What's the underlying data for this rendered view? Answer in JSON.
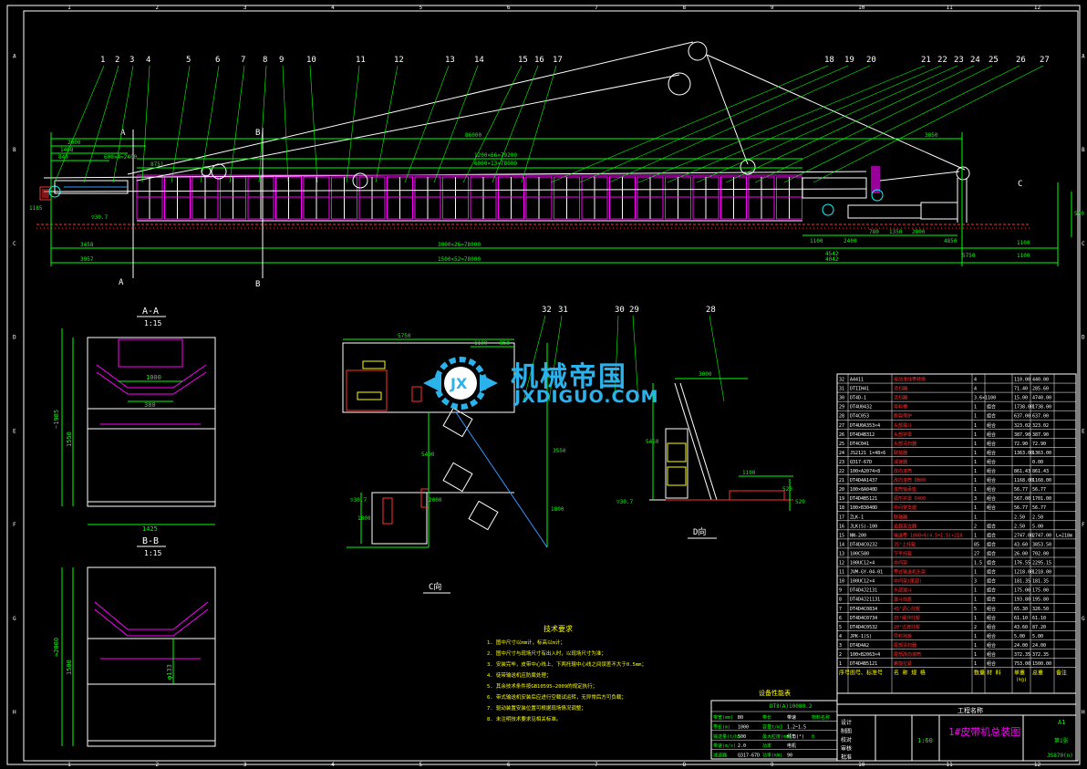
{
  "drawing": {
    "colors": {
      "background": "#000000",
      "frame": "#ffffff",
      "dim": "#00ff00",
      "part": "#ffffff",
      "magenta": "#ff00ff",
      "red": "#ff3030",
      "yellow": "#ffff00",
      "cyan": "#00ffff",
      "blue": "#3399ff",
      "watermark": "#2bb2ea"
    },
    "border_numbers_top": [
      "1",
      "2",
      "3",
      "4",
      "5",
      "6",
      "7",
      "8",
      "9",
      "10",
      "11",
      "12"
    ],
    "border_letters_side": [
      "A",
      "B",
      "C",
      "D",
      "E",
      "F",
      "G",
      "H"
    ],
    "callouts_top": [
      "1",
      "2",
      "3",
      "4",
      "5",
      "6",
      "7",
      "8",
      "9",
      "10",
      "11",
      "12",
      "13",
      "14",
      "15",
      "16",
      "17",
      "18",
      "19",
      "20",
      "21",
      "22",
      "23",
      "24",
      "25",
      "26",
      "27"
    ],
    "callouts_views": [
      "32",
      "31",
      "30",
      "29",
      "28"
    ],
    "main_view": {
      "dims": [
        "2000",
        "1408",
        "840",
        "600×4=2400",
        "8751",
        "86000",
        "1200×66=79200",
        "6000×13=78000",
        "3850",
        "1100",
        "2400",
        "780",
        "1350",
        "2800",
        "4850",
        "3458",
        "3000×26=78000",
        "4542",
        "3957",
        "1500×52=78000",
        "4042",
        "5750",
        "1100",
        "1185",
        "520",
        "1100",
        "▽30.7"
      ],
      "section_marks": [
        "A",
        "A",
        "B",
        "B",
        "C"
      ]
    },
    "section_aa": {
      "title": "A-A",
      "scale": "1:15",
      "dims": [
        "1000",
        "380",
        "~1985",
        "1550",
        "1425"
      ]
    },
    "section_bb": {
      "title": "B-B",
      "scale": "1:15",
      "dims": [
        "≈2000",
        "1500",
        "φ133"
      ]
    },
    "view_c": {
      "title": "C向",
      "dims": [
        "5750",
        "1100",
        "850",
        "5400",
        "3550",
        "1800",
        "1800",
        "2000",
        "▽30.7"
      ]
    },
    "view_d": {
      "title": "D向",
      "dims": [
        "3000",
        "5450",
        "1100",
        "▽30.7",
        "520",
        "520"
      ]
    },
    "tech_requirements": {
      "title": "技术要求",
      "items": [
        "1. 图中尺寸以mm计，标高以m计；",
        "2. 图中尺寸与现场尺寸有出入时，以现场尺寸为准；",
        "3. 安装完毕，皮带中心线上、下两托辊中心线之间误差不大于0.5mm；",
        "4. 徒带输送机应防腐处理；",
        "5. 其余技术条件按GB10595—2009的规定执行；",
        "6. 带式输送机安装后应进行空载试运转，无异常后方可负载；",
        "7. 驱动装置安装位置可根据现场情况调整；",
        "8. 未注明技术要求见相关标准。"
      ]
    },
    "performance_table": {
      "title": "设备性能表",
      "model": "DTⅡ(A)10080.2",
      "rows": [
        [
          "带宽(mm)",
          "B0",
          "带长",
          "带速",
          "物料名称"
        ],
        [
          "带长(m)",
          "1000",
          "容量t/m3",
          "1.2~1.5",
          ""
        ],
        [
          "输送量(t/h)",
          "500",
          "最大粒度(mm)",
          "倾角(°)",
          "0"
        ],
        [
          "带速(m/s)",
          "2.0",
          "功率",
          "电机",
          ""
        ],
        [
          "减速器",
          "Q317-67D",
          "功率(kW)",
          "90",
          ""
        ]
      ]
    },
    "bom": {
      "rows": [
        [
          "32",
          "A4411",
          "电动滑线带转换",
          "4",
          "",
          "110.00",
          "440.00",
          ""
        ],
        [
          "31",
          "DTIIH41",
          "清扫器",
          "4",
          "",
          "71.40",
          "285.60",
          ""
        ],
        [
          "30",
          "DT4D-1",
          "清扫器",
          "3.6×1100",
          "",
          "15.00",
          "4740.00",
          ""
        ],
        [
          "29",
          "DT4U0432",
          "导料槽",
          "1",
          "组合",
          "1738.00",
          "1738.00",
          ""
        ],
        [
          "28",
          "DT4C053",
          "撕裂保护",
          "1",
          "组合",
          "637.00",
          "637.00",
          ""
        ],
        [
          "27",
          "DT4U0A353×4",
          "头部漏斗",
          "1",
          "组合",
          "323.02",
          "323.02",
          ""
        ],
        [
          "26",
          "DT4D4B312",
          "头部护罩",
          "1",
          "组合",
          "387.90",
          "387.90",
          ""
        ],
        [
          "25",
          "DT4C041",
          "头部清扫器",
          "1",
          "组合",
          "72.90",
          "72.90",
          ""
        ],
        [
          "24",
          "JS2121 1×48×6",
          "联轴器",
          "1",
          "组合",
          "1363.00",
          "1363.00",
          ""
        ],
        [
          "23",
          "Q317-67D",
          "减速器",
          "1",
          "组合",
          "",
          "0.00",
          ""
        ],
        [
          "22",
          "100×A2074×8",
          "改向滚筒",
          "1",
          "组合",
          "861.43",
          "861.43",
          ""
        ],
        [
          "21",
          "DT4D4A1437",
          "改向滚筒 DB00",
          "1",
          "组合",
          "1168.00",
          "1168.00",
          ""
        ],
        [
          "20",
          "100×8A040D",
          "滚筒轴承座",
          "1",
          "组合",
          "56.77",
          "56.77",
          ""
        ],
        [
          "19",
          "DT4D4B5121",
          "弧形护罩 D400",
          "3",
          "组合",
          "567.00",
          "1701.00",
          ""
        ],
        [
          "18",
          "100×B3040D",
          "中间架支腿",
          "1",
          "组合",
          "56.77",
          "56.77",
          ""
        ],
        [
          "17",
          "ZLK-1",
          "联轴器",
          "1",
          "",
          "2.50",
          "2.50",
          ""
        ],
        [
          "16",
          "JLK(S)-100",
          "逾越离合器",
          "2",
          "组合",
          "2.50",
          "5.00",
          ""
        ],
        [
          "15",
          "NN-200",
          "输送带 1000×6(4.5+1.5)×218",
          "1",
          "组合",
          "2747.00",
          "2747.00",
          "L=218m"
        ],
        [
          "14",
          "DT4D4C0232",
          "35°上托辊",
          "85",
          "组合",
          "43.60",
          "3853.50",
          ""
        ],
        [
          "13",
          "100C580",
          "下平托辊",
          "27",
          "组合",
          "26.00",
          "702.00",
          ""
        ],
        [
          "12",
          "100UC12×4",
          "中间架",
          "1.5",
          "组合",
          "176.55",
          "2295.15",
          ""
        ],
        [
          "11",
          "JVM-GY-04-01",
          "带式输送机头架",
          "1",
          "组合",
          "1218.00",
          "1218.00",
          ""
        ],
        [
          "10",
          "100UC12×4",
          "中间架(尾部)",
          "3",
          "组合",
          "181.35",
          "181.35",
          ""
        ],
        [
          "9",
          "DT4D4J2131",
          "头部漏斗",
          "1",
          "组合",
          "175.00",
          "175.00",
          ""
        ],
        [
          "8",
          "DT4D4J21131",
          "漏斗挡板",
          "1",
          "组合",
          "193.80",
          "195.80",
          ""
        ],
        [
          "7",
          "DT4D4C0834",
          "45°调心托辊",
          "5",
          "组合",
          "65.30",
          "326.50",
          ""
        ],
        [
          "6",
          "DT4D4C0734",
          "35°缓冲托辊",
          "1",
          "组合",
          "61.10",
          "61.10",
          ""
        ],
        [
          "5",
          "DT4D4C0532",
          "20°过渡托辊",
          "2",
          "组合",
          "43.60",
          "87.20",
          ""
        ],
        [
          "4",
          "JPK-1(S)",
          "导料挡板",
          "1",
          "组合",
          "5.00",
          "5.00",
          ""
        ],
        [
          "3",
          "DT4D4A2",
          "尾部清扫器",
          "1",
          "组合",
          "24.00",
          "24.00",
          ""
        ],
        [
          "2",
          "100×B2063×4",
          "尾部改向滚筒",
          "1",
          "组合",
          "372.35",
          "372.35",
          ""
        ],
        [
          "1",
          "DT4D4B5121",
          "螺旋拉紧",
          "1",
          "组合",
          "753.00",
          "1500.00",
          ""
        ]
      ],
      "headers": [
        "序号",
        "图号、标准号",
        "名 称 规 格",
        "数量",
        "材 料",
        "单重",
        "总重",
        "备注"
      ],
      "header_sub": "(kg)"
    },
    "title_block": {
      "project": "工程名称",
      "drawing_title": "1#皮带机总装图",
      "scale": "1:60",
      "size": "A1",
      "sheet": "第1张",
      "roles": [
        "设计",
        "制图",
        "校对",
        "审核",
        "批准"
      ],
      "drawing_no": "JS870(n)"
    },
    "watermark": {
      "title": "机械帝国",
      "subtitle": "JXDIGUO.COM",
      "logo_text": "JX"
    }
  }
}
